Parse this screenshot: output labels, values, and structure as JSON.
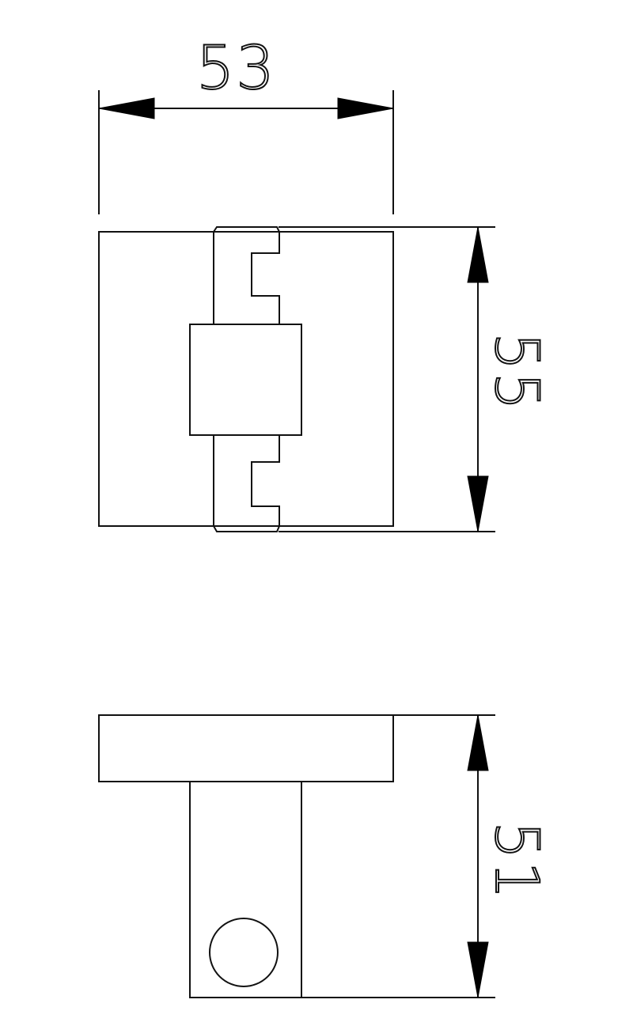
{
  "drawing": {
    "dimension_width": "53",
    "dimension_height_top": "55",
    "dimension_height_bottom": "51"
  },
  "colors": {
    "background": "#ffffff",
    "line": "#111111",
    "arrow": "#000000"
  }
}
